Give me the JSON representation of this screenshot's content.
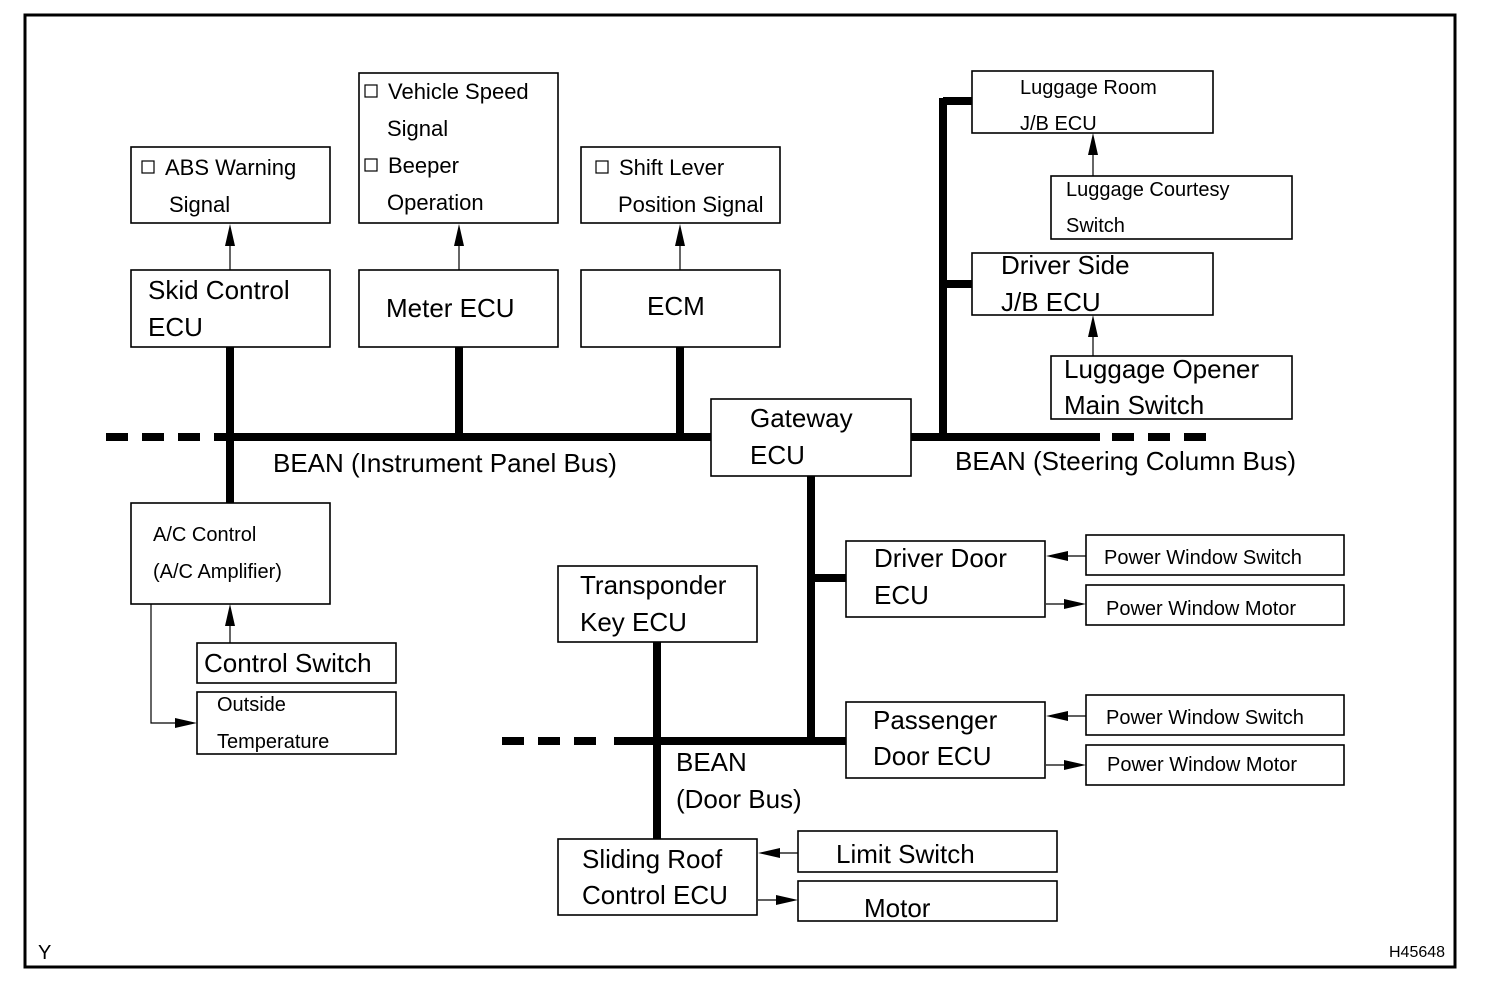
{
  "buses": {
    "instrument_panel": "BEAN (Instrument Panel Bus)",
    "steering_column": "BEAN (Steering Column Bus)",
    "door_line1": "BEAN",
    "door_line2": "(Door Bus)"
  },
  "signals": {
    "abs_line1": "ABS Warning",
    "abs_line2": "Signal",
    "vehicle_speed_line1": "Vehicle Speed",
    "vehicle_speed_line2": "Signal",
    "beeper_line1": "Beeper",
    "beeper_line2": "Operation",
    "shift_line1": "Shift Lever",
    "shift_line2": "Position Signal"
  },
  "ecus": {
    "skid_line1": "Skid Control",
    "skid_line2": "ECU",
    "meter": "Meter ECU",
    "ecm": "ECM",
    "gateway_line1": "Gateway",
    "gateway_line2": "ECU",
    "ac_line1": "A/C Control",
    "ac_line2": "(A/C Amplifier)",
    "luggage_room_line1": "Luggage Room",
    "luggage_room_line2": "J/B ECU",
    "driver_side_jb_line1": "Driver Side",
    "driver_side_jb_line2": "J/B ECU",
    "driver_door_line1": "Driver Door",
    "driver_door_line2": "ECU",
    "passenger_door_line1": "Passenger",
    "passenger_door_line2": "Door ECU",
    "transponder_line1": "Transponder",
    "transponder_line2": "Key ECU",
    "sliding_roof_line1": "Sliding Roof",
    "sliding_roof_line2": "Control ECU"
  },
  "devices": {
    "control_switch": "Control Switch",
    "outside_temp_line1": "Outside",
    "outside_temp_line2": "Temperature",
    "luggage_courtesy_line1": "Luggage Courtesy",
    "luggage_courtesy_line2": "Switch",
    "luggage_opener_line1": "Luggage Opener",
    "luggage_opener_line2": "Main Switch",
    "driver_pw_switch": "Power Window Switch",
    "driver_pw_motor": "Power Window Motor",
    "passenger_pw_switch": "Power Window Switch",
    "passenger_pw_motor": "Power Window Motor",
    "limit_switch": "Limit Switch",
    "motor": "Motor"
  },
  "corner_labels": {
    "bottom_left": "Y",
    "bottom_right": "H45648"
  }
}
